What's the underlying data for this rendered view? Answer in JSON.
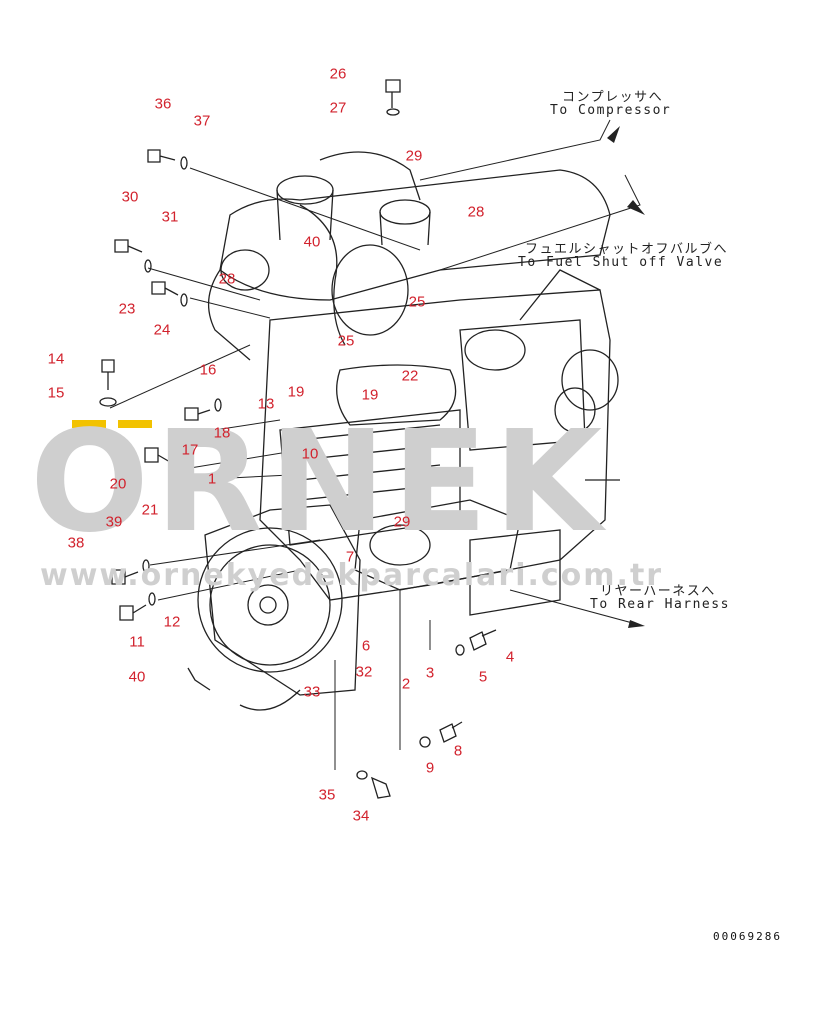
{
  "labels": {
    "l1": "1",
    "l2": "2",
    "l3": "3",
    "l4": "4",
    "l5": "5",
    "l6": "6",
    "l7": "7",
    "l8": "8",
    "l9": "9",
    "l10": "10",
    "l11": "11",
    "l12": "12",
    "l13": "13",
    "l14": "14",
    "l15": "15",
    "l16": "16",
    "l17": "17",
    "l18": "18",
    "l19a": "19",
    "l19b": "19",
    "l20": "20",
    "l21": "21",
    "l22": "22",
    "l23": "23",
    "l24": "24",
    "l25a": "25",
    "l25b": "25",
    "l26": "26",
    "l27": "27",
    "l28a": "28",
    "l28b": "28",
    "l29a": "29",
    "l29b": "29",
    "l30": "30",
    "l31": "31",
    "l32": "32",
    "l33": "33",
    "l34": "34",
    "l35": "35",
    "l36": "36",
    "l37": "37",
    "l38": "38",
    "l39": "39",
    "l40a": "40",
    "l40b": "40"
  },
  "notes": {
    "compressor_jp": "コンプレッサへ",
    "compressor_en": "To Compressor",
    "fuel_jp": "フュエルシャットオフバルブへ",
    "fuel_en": "To Fuel Shut off Valve",
    "rear_jp": "リヤーハーネスへ",
    "rear_en": "To Rear Harness"
  },
  "watermark": {
    "brand": "ORNEK",
    "url": "www.ornekyedekparcalari.com.tr"
  },
  "document_id": "00069286",
  "colors": {
    "label": "#d2222d",
    "line": "#222222",
    "watermark": "#cfcfcf",
    "accent": "#f2c200"
  }
}
